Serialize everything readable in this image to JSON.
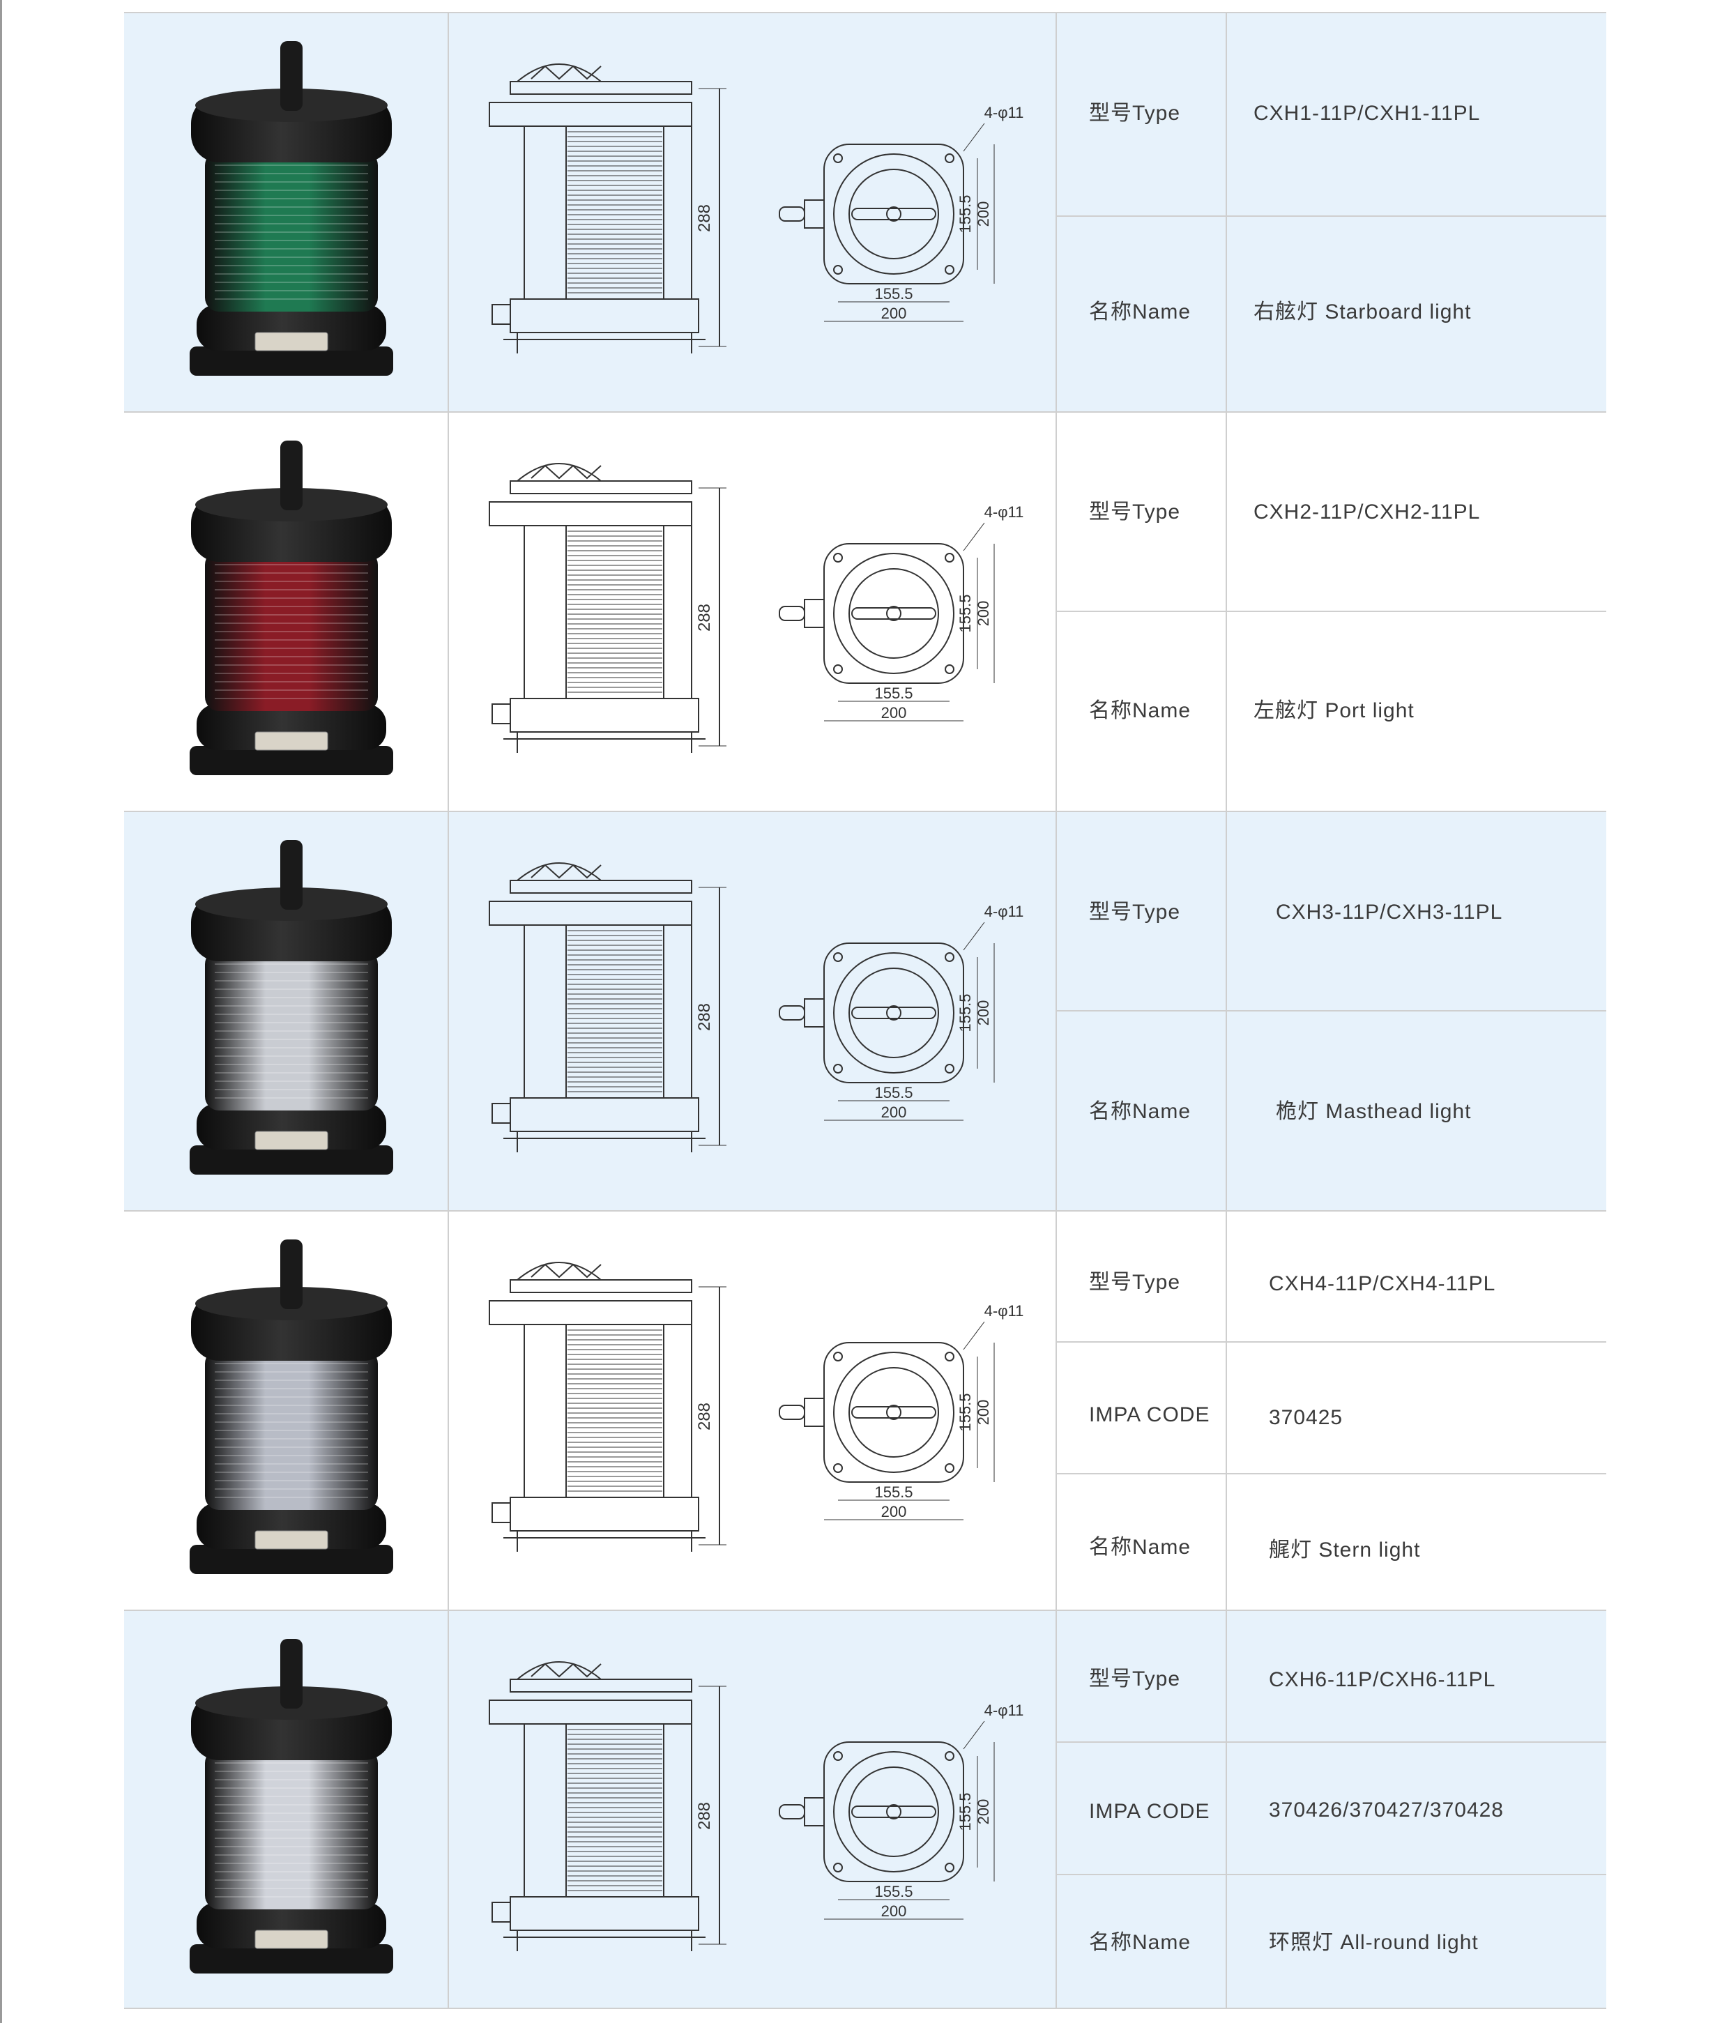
{
  "labels": {
    "type": "型号Type",
    "impa": "IMPA CODE",
    "name": "名称Name"
  },
  "dimensions": {
    "height": "288",
    "hole_spec": "4-φ11",
    "inner": "155.5",
    "outer": "200"
  },
  "rows": [
    {
      "lens_color": "#1f7a52",
      "type": "CXH1-11P/CXH1-11PL",
      "name": "右舷灯 Starboard light"
    },
    {
      "lens_color": "#8a1c26",
      "type": "CXH2-11P/CXH2-11PL",
      "name": "左舷灯 Port light"
    },
    {
      "lens_color": "#c9ccd2",
      "type": "CXH3-11P/CXH3-11PL",
      "name": "桅灯 Masthead light"
    },
    {
      "lens_color": "#b8bcc6",
      "type": "CXH4-11P/CXH4-11PL",
      "impa": "370425",
      "name": "艉灯 Stern light"
    },
    {
      "lens_color": "#d0d3da",
      "type": "CXH6-11P/CXH6-11PL",
      "impa": "370426/370427/370428",
      "name": "环照灯 All-round light"
    }
  ]
}
